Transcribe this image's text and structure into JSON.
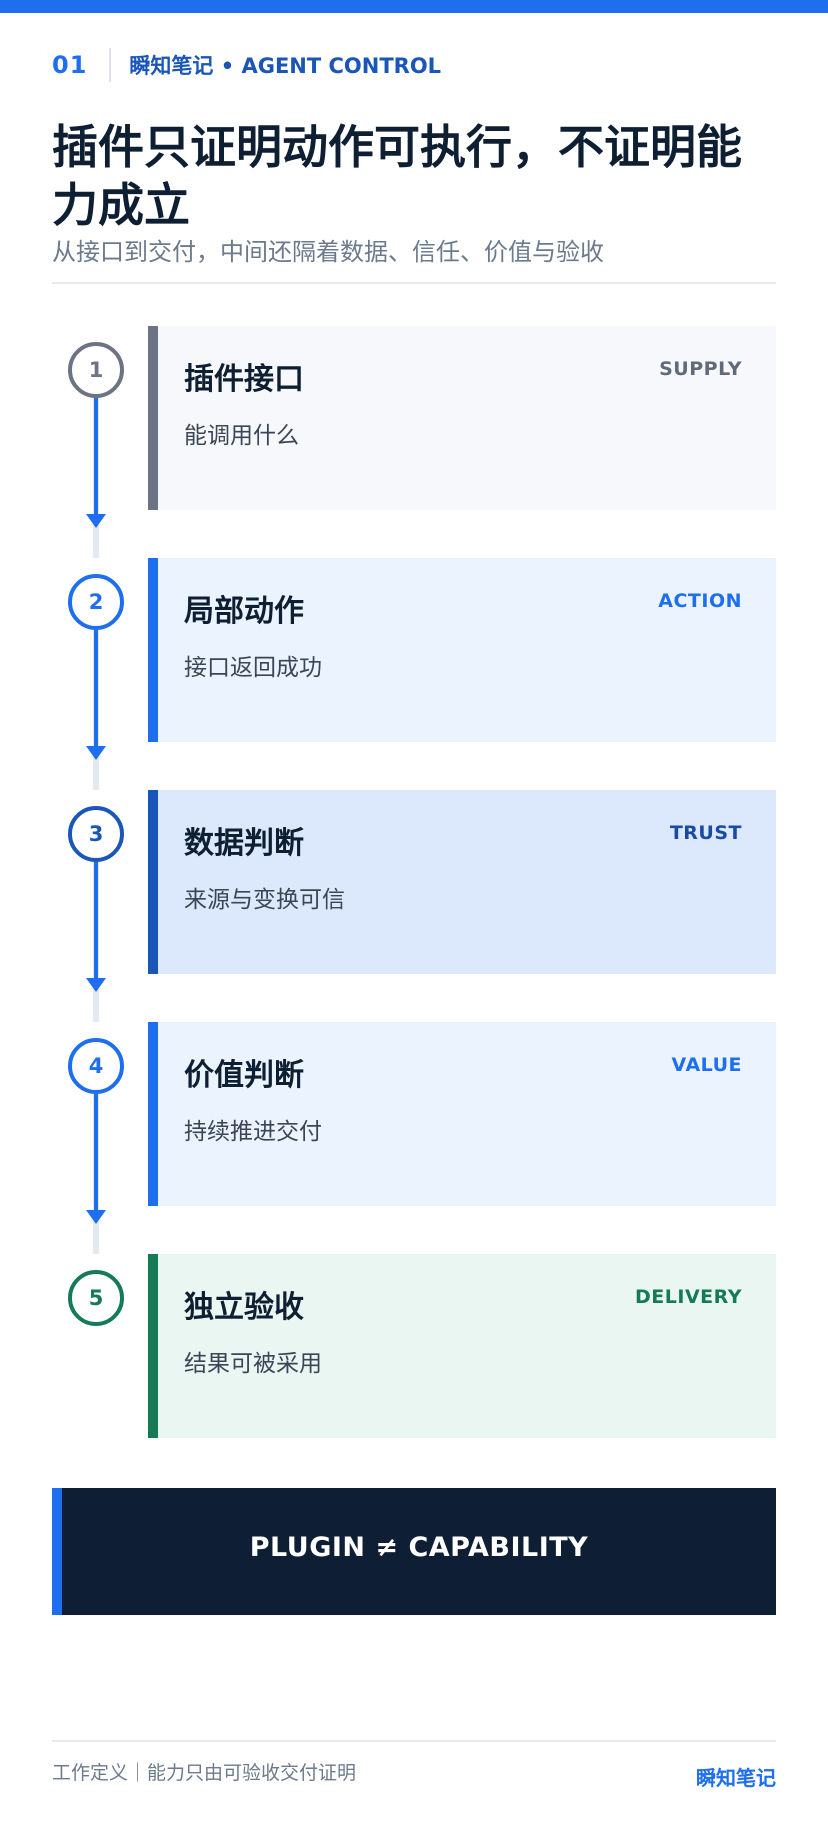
{
  "header": {
    "number": "01",
    "brand": "瞬知笔记 • AGENT CONTROL"
  },
  "title": "插件只证明动作可执行，不证明能力成立",
  "subtitle": "从接口到交付，中间还隔着数据、信任、价值与验收",
  "steps": [
    {
      "num": "1",
      "title": "插件接口",
      "tag": "SUPPLY",
      "desc": "能调用什么",
      "accent": "#6b7384",
      "bg": "#f6f8fb",
      "tag_color": "#5f6a7a"
    },
    {
      "num": "2",
      "title": "局部动作",
      "tag": "ACTION",
      "desc": "接口返回成功",
      "accent": "#1e6ef0",
      "bg": "#ebf4fe",
      "tag_color": "#1e6ef0"
    },
    {
      "num": "3",
      "title": "数据判断",
      "tag": "TRUST",
      "desc": "来源与变换可信",
      "accent": "#1a55b8",
      "bg": "#dce9fc",
      "tag_color": "#1a4aa6"
    },
    {
      "num": "4",
      "title": "价值判断",
      "tag": "VALUE",
      "desc": "持续推进交付",
      "accent": "#1e6ef0",
      "bg": "#ebf4fe",
      "tag_color": "#1e6ef0"
    },
    {
      "num": "5",
      "title": "独立验收",
      "tag": "DELIVERY",
      "desc": "结果可被采用",
      "accent": "#157a55",
      "bg": "#eaf6f1",
      "tag_color": "#157a55"
    }
  ],
  "banner": {
    "text": "PLUGIN ≠ CAPABILITY"
  },
  "footer": {
    "left": "工作定义｜能力只由可验收交付证明",
    "right": "瞬知笔记"
  }
}
